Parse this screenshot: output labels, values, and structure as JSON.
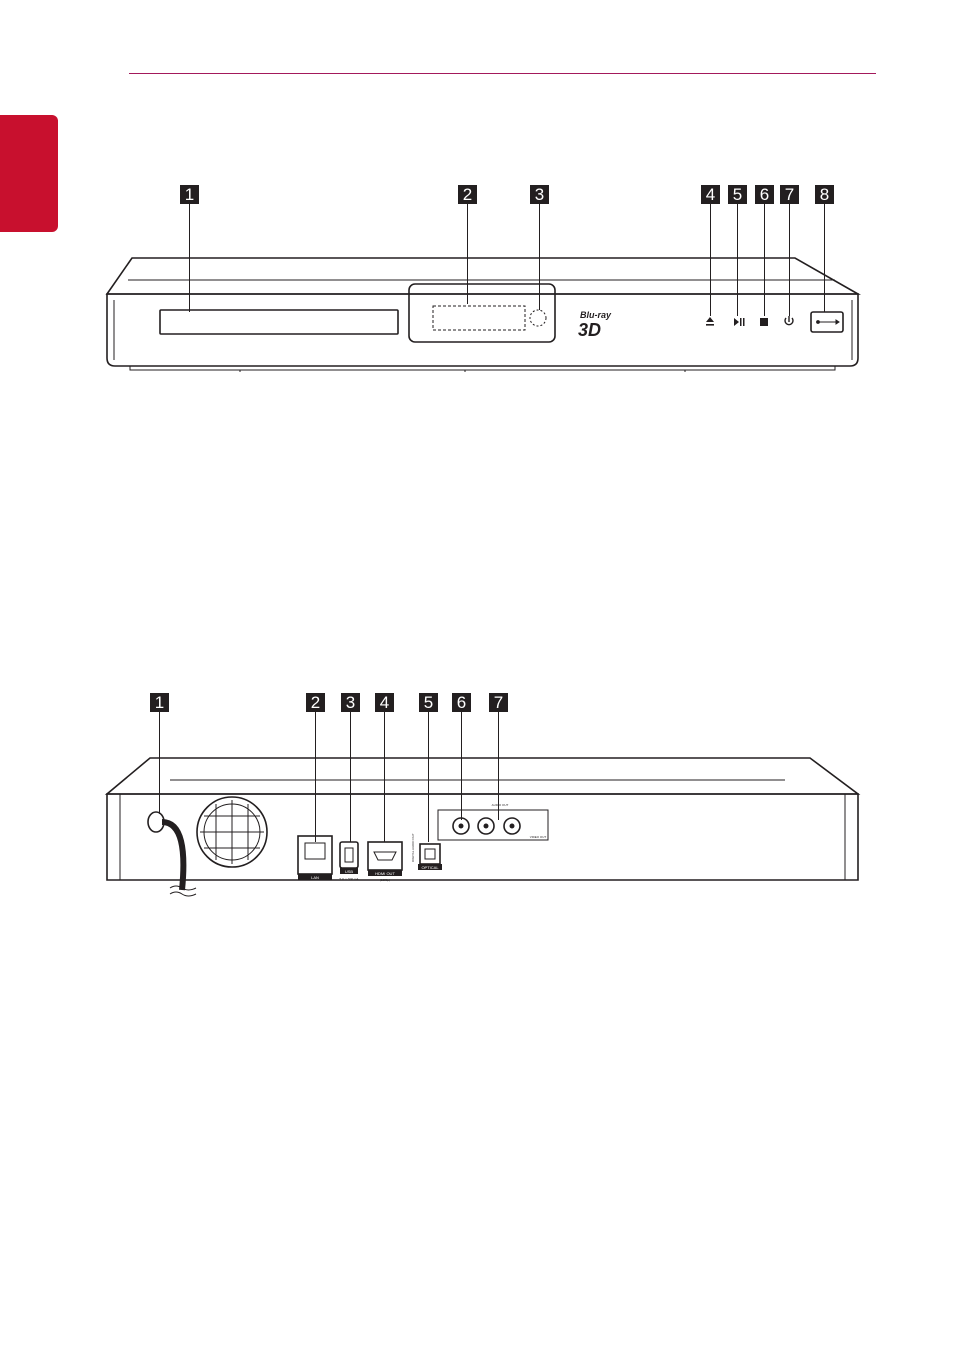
{
  "front_panel": {
    "callouts": [
      "1",
      "2",
      "3",
      "4",
      "5",
      "6",
      "7",
      "8"
    ],
    "logo_top": "Blu-ray",
    "logo_bottom": "3D"
  },
  "rear_panel": {
    "callouts": [
      "1",
      "2",
      "3",
      "4",
      "5",
      "6",
      "7"
    ],
    "port_labels": {
      "lan": "LAN",
      "usb": "USB",
      "usb_rating": "5 V ⎓ 500 mA",
      "hdmi": "HDMI OUT",
      "hdmi_sub": "(1080p)",
      "optical": "OPTICAL",
      "digital_audio": "DIGITAL AUDIO OUT",
      "audio_out": "AUDIO OUT",
      "video_out": "VIDEO OUT"
    }
  },
  "colors": {
    "accent": "#c8102e",
    "rule": "#a3195b",
    "ink": "#231f20"
  }
}
